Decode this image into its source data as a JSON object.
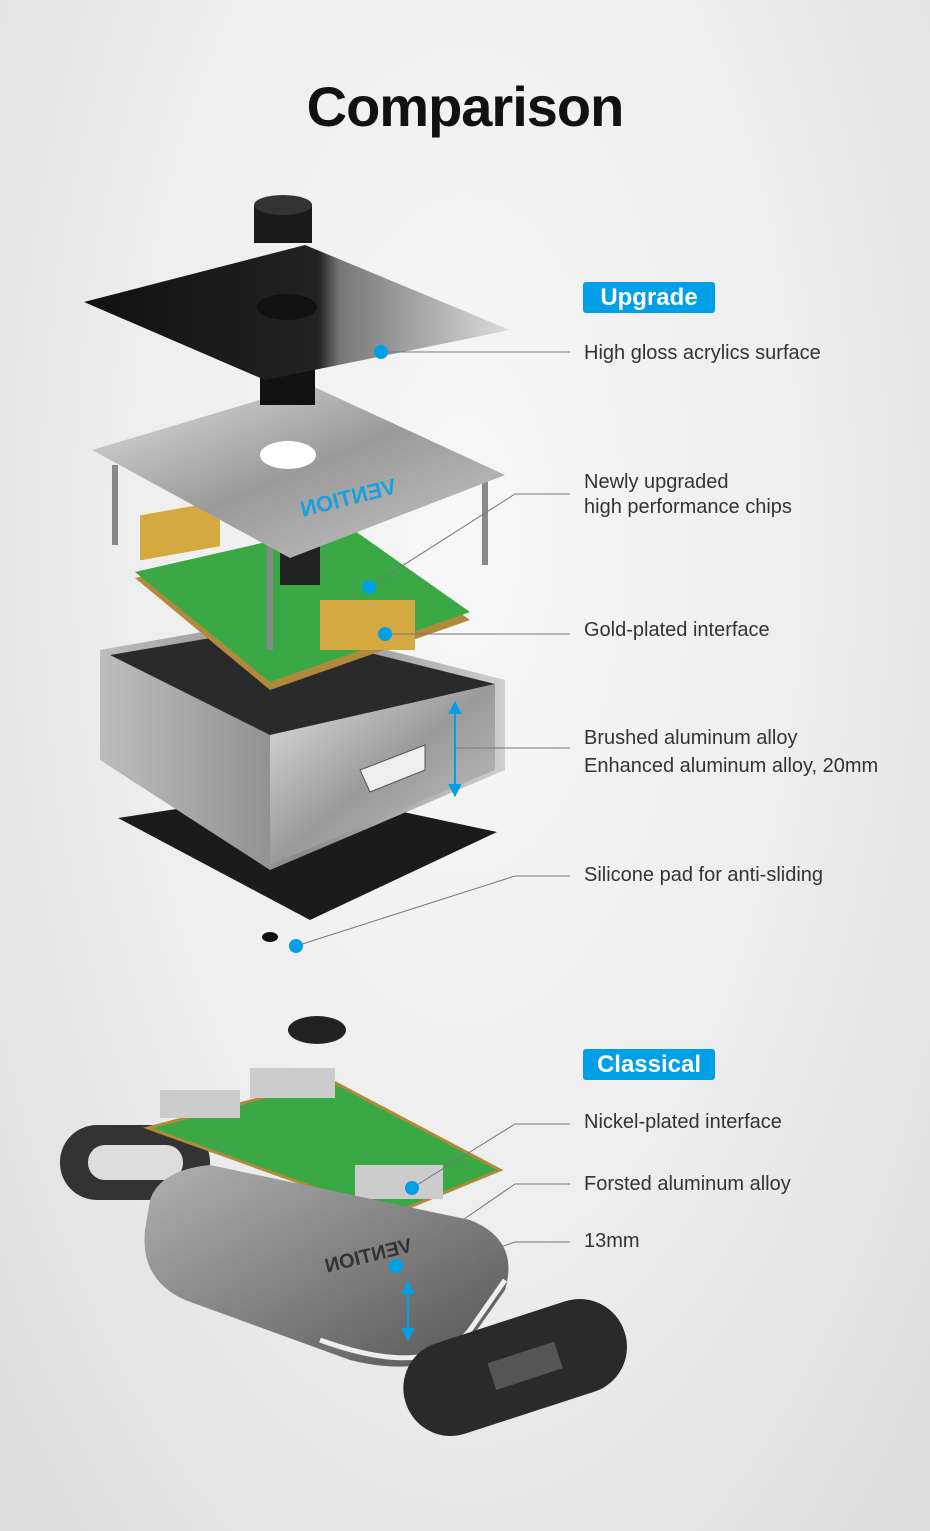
{
  "title": "Comparison",
  "accent_color": "#00a0e9",
  "brand_mark": "VENTION",
  "upgrade": {
    "badge": "Upgrade",
    "features": [
      {
        "lines": [
          "High gloss acrylics surface"
        ]
      },
      {
        "lines": [
          "Newly upgraded",
          "high performance chips"
        ]
      },
      {
        "lines": [
          "Gold-plated interface"
        ]
      },
      {
        "lines": [
          "Brushed aluminum alloy",
          "Enhanced aluminum alloy, 20mm"
        ]
      },
      {
        "lines": [
          "Silicone pad for anti-sliding"
        ]
      }
    ]
  },
  "classical": {
    "badge": "Classical",
    "features": [
      {
        "lines": [
          "Nickel-plated interface"
        ]
      },
      {
        "lines": [
          "Forsted aluminum alloy"
        ]
      },
      {
        "lines": [
          "13mm"
        ]
      }
    ]
  }
}
